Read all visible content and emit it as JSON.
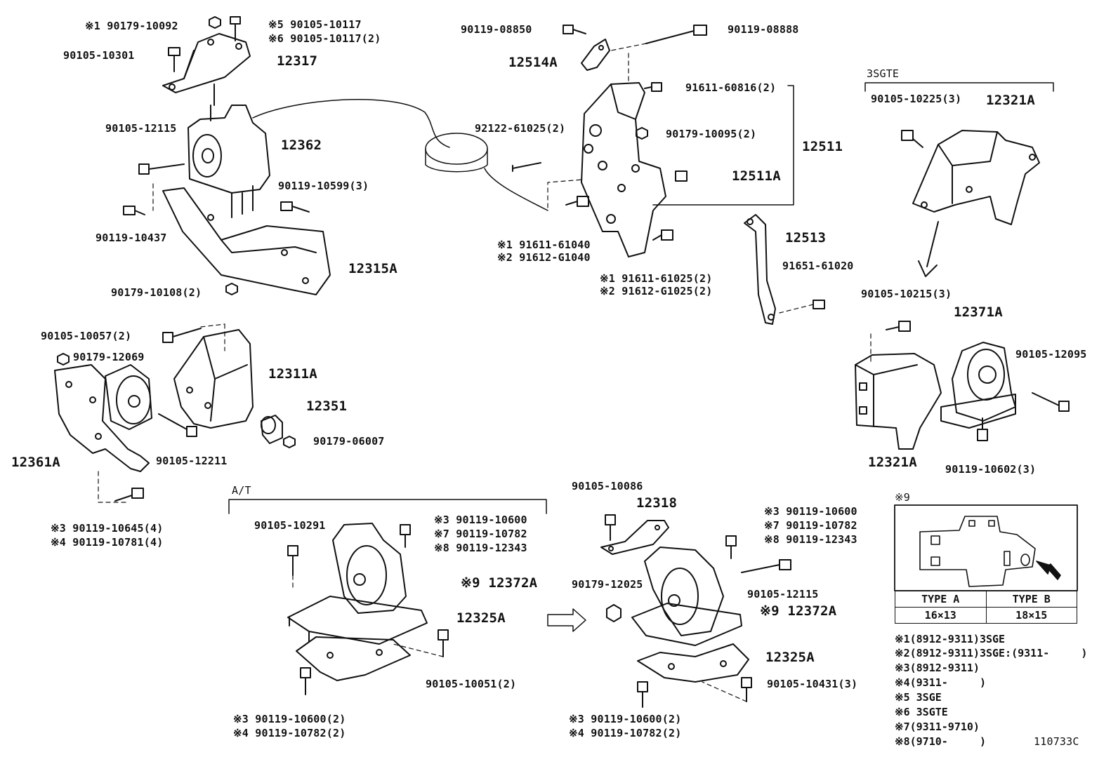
{
  "figure_code": "110733C",
  "sections": {
    "sgte": "3SGTE",
    "at": "A/T",
    "note9": "※9"
  },
  "labels": {
    "p90179_10092": "※1 90179-10092",
    "p90105_10117a": "※5 90105-10117",
    "p90105_10117b": "※6 90105-10117(2)",
    "p90105_10301": "90105-10301",
    "p12317": "12317",
    "p90105_12115a": "90105-12115",
    "p12362": "12362",
    "p90119_10599": "90119-10599(3)",
    "p90119_10437": "90119-10437",
    "p12315A": "12315A",
    "p90179_10108": "90179-10108(2)",
    "p90119_08850": "90119-08850",
    "p90119_08888": "90119-08888",
    "p12514A": "12514A",
    "p91611_60816": "91611-60816(2)",
    "p92122_61025": "92122-61025(2)",
    "p90179_10095": "90179-10095(2)",
    "p12511": "12511",
    "p12511A": "12511A",
    "p12513": "12513",
    "p91651_61020": "91651-61020",
    "p91611_61040": "※1 91611-61040",
    "p91612_G1040": "※2 91612-G1040",
    "p91611_61025": "※1 91611-61025(2)",
    "p91612_G1025": "※2 91612-G1025(2)",
    "p90105_10225": "90105-10225(3)",
    "p12321A_top": "12321A",
    "p90105_10215": "90105-10215(3)",
    "p12371A": "12371A",
    "p90105_12095": "90105-12095",
    "p12321A_bot": "12321A",
    "p90119_10602": "90119-10602(3)",
    "p90105_10057": "90105-10057(2)",
    "p90179_12069": "90179-12069",
    "p12311A": "12311A",
    "p12351": "12351",
    "p90179_06007": "90179-06007",
    "p90105_12211": "90105-12211",
    "p12361A": "12361A",
    "p90119_10645": "※3 90119-10645(4)",
    "p90119_10781": "※4 90119-10781(4)",
    "p90105_10291": "90105-10291",
    "at_90119_10600": "※3 90119-10600",
    "at_90119_10782": "※7 90119-10782",
    "at_90119_12343": "※8 90119-12343",
    "at_12372A": "※9 12372A",
    "at_12325A": "12325A",
    "p90105_10051": "90105-10051(2)",
    "at_b_90119_10600": "※3 90119-10600(2)",
    "at_b_90119_10782": "※4 90119-10782(2)",
    "p90105_10086": "90105-10086",
    "p12318": "12318",
    "r_90119_10600": "※3 90119-10600",
    "r_90119_10782": "※7 90119-10782",
    "r_90119_12343": "※8 90119-12343",
    "p90179_12025": "90179-12025",
    "p90105_12115b": "90105-12115",
    "r_12372A": "※9 12372A",
    "r_12325A": "12325A",
    "p90105_10431": "90105-10431(3)",
    "r_b_90119_10600": "※3 90119-10600(2)",
    "r_b_90119_10782": "※4 90119-10782(2)"
  },
  "type_table": {
    "headers": [
      "TYPE A",
      "TYPE B"
    ],
    "values": [
      "16×13",
      "18×15"
    ]
  },
  "legend": [
    "※1(8912-9311)3SGE",
    "※2(8912-9311)3SGE:(9311-     )",
    "※3(8912-9311)",
    "※4(9311-     )",
    "※5 3SGE",
    "※6 3SGTE",
    "※7(9311-9710)",
    "※8(9710-     )"
  ]
}
